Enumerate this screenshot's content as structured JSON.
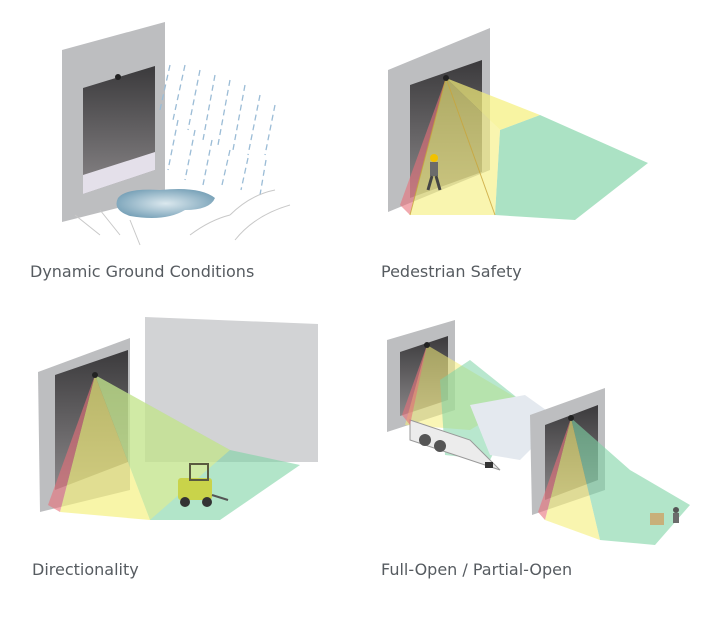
{
  "panels": [
    {
      "caption": "Dynamic Ground Conditions",
      "icon": "rain-puddle-illustration"
    },
    {
      "caption": "Pedestrian Safety",
      "icon": "pedestrian-detection-illustration"
    },
    {
      "caption": "Directionality",
      "icon": "forklift-direction-illustration"
    },
    {
      "caption": "Full-Open / Partial-Open",
      "icon": "truck-door-illustration"
    }
  ],
  "colors": {
    "red_zone": "#e8707a",
    "yellow_zone": "#f5ef7a",
    "green_zone": "#7ed3a5",
    "wall": "#bdbec0",
    "caption": "#565b60"
  }
}
